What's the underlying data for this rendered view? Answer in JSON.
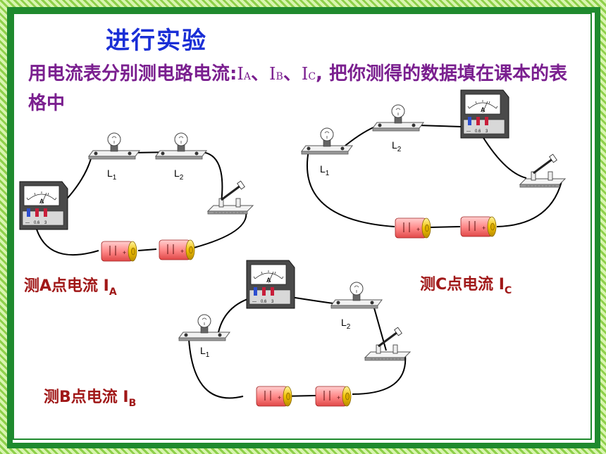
{
  "title": "进行实验",
  "task": {
    "prefix": "用电流表分别测电路电流:",
    "symbols": [
      {
        "letter": "I",
        "sub": "A"
      },
      {
        "letter": "I",
        "sub": "B"
      },
      {
        "letter": "I",
        "sub": "C"
      }
    ],
    "sep": "、",
    "comma": ",",
    "suffix": "把你测得的数据填在课本的表格中"
  },
  "circuits": {
    "a": {
      "caption": "测A点电流 I",
      "sub": "A",
      "bulb1": {
        "letter": "L",
        "sub": "1"
      },
      "bulb2": {
        "letter": "L",
        "sub": "2"
      }
    },
    "b": {
      "caption": "测B点电流 I",
      "sub": "B",
      "bulb1": {
        "letter": "L",
        "sub": "1"
      },
      "bulb2": {
        "letter": "L",
        "sub": "2"
      }
    },
    "c": {
      "caption": "测C点电流 I",
      "sub": "C",
      "bulb1": {
        "letter": "L",
        "sub": "1"
      },
      "bulb2": {
        "letter": "L",
        "sub": "2"
      }
    }
  },
  "meter": {
    "face_letter": "A",
    "terminals": [
      "-",
      "0.6",
      "3"
    ]
  }
}
